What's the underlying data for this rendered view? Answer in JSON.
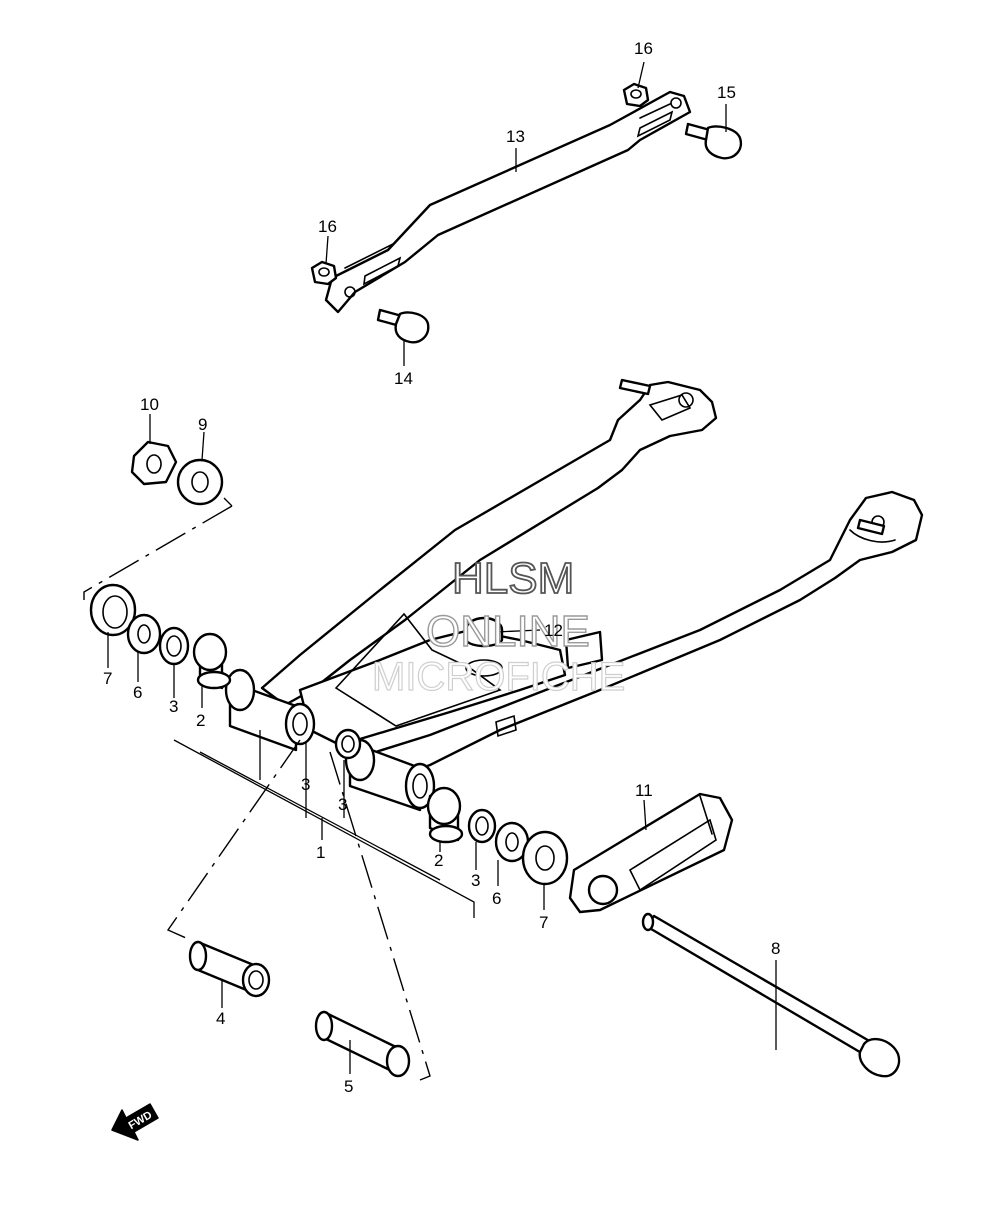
{
  "watermark": {
    "line1": "HLSM",
    "line2": "ONLINE",
    "line3": "MICROFICHE"
  },
  "fwd_label": "FWD",
  "callouts": {
    "c1": "1",
    "c2a": "2",
    "c2b": "2",
    "c3a": "3",
    "c3b": "3",
    "c3c": "3",
    "c3d": "3",
    "c4": "4",
    "c5": "5",
    "c6a": "6",
    "c6b": "6",
    "c7a": "7",
    "c7b": "7",
    "c8": "8",
    "c9": "9",
    "c10": "10",
    "c11": "11",
    "c12": "12",
    "c13": "13",
    "c14": "14",
    "c15": "15",
    "c16a": "16",
    "c16b": "16"
  },
  "icons": [
    "fwd-arrow-icon"
  ]
}
